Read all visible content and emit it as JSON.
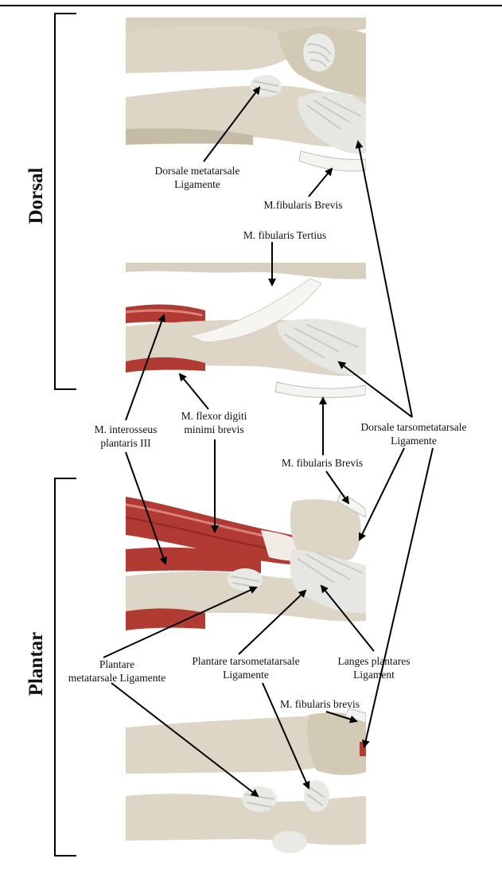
{
  "sections": {
    "dorsal": "Dorsal",
    "plantar": "Plantar"
  },
  "labels": {
    "dorsale_metatarsale": [
      "Dorsale metatarsale",
      "Ligamente"
    ],
    "fibularis_brevis_top": "M.fibularis Brevis",
    "fibularis_tertius": "M. fibularis Tertius",
    "interosseus": [
      "M. interosseus",
      "plantaris III"
    ],
    "flexor_digiti": [
      "M. flexor digiti",
      "minimi brevis"
    ],
    "dorsale_tarsometatarsale": [
      "Dorsale tarsometatarsale",
      "Ligamente"
    ],
    "fibularis_brevis_mid": "M. fibularis Brevis",
    "plantare_metatarsale": [
      "Plantare",
      "metatarsale Ligamente"
    ],
    "plantare_tarsometatarsale": [
      "Plantare tarsometatarsale",
      "Ligamente"
    ],
    "langes_plantares": [
      "Langes plantares",
      "Ligament"
    ],
    "fibularis_brevis_bottom": "M. fibularis brevis"
  },
  "colors": {
    "bone": "#ddd6c6",
    "bone_shadow": "#b9b09c",
    "ligament": "#e9e9e6",
    "muscle": "#b13a33",
    "muscle_light": "#d9837a",
    "tendon": "#f3f3ef"
  }
}
